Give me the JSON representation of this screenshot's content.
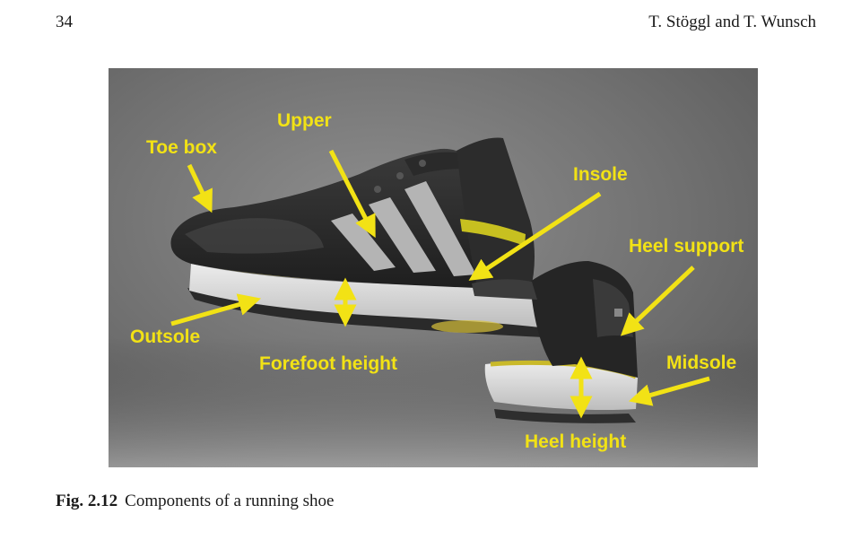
{
  "header": {
    "page_number": "34",
    "authors": "T. Stöggl and T. Wunsch"
  },
  "figure": {
    "labels": {
      "upper": "Upper",
      "toe_box": "Toe box",
      "insole": "Insole",
      "heel_support": "Heel support",
      "outsole": "Outsole",
      "forefoot_height": "Forefoot height",
      "midsole": "Midsole",
      "heel_height": "Heel height"
    },
    "label_color": "#f2e215"
  },
  "caption": {
    "number": "Fig. 2.12",
    "text": "Components of a running shoe"
  }
}
